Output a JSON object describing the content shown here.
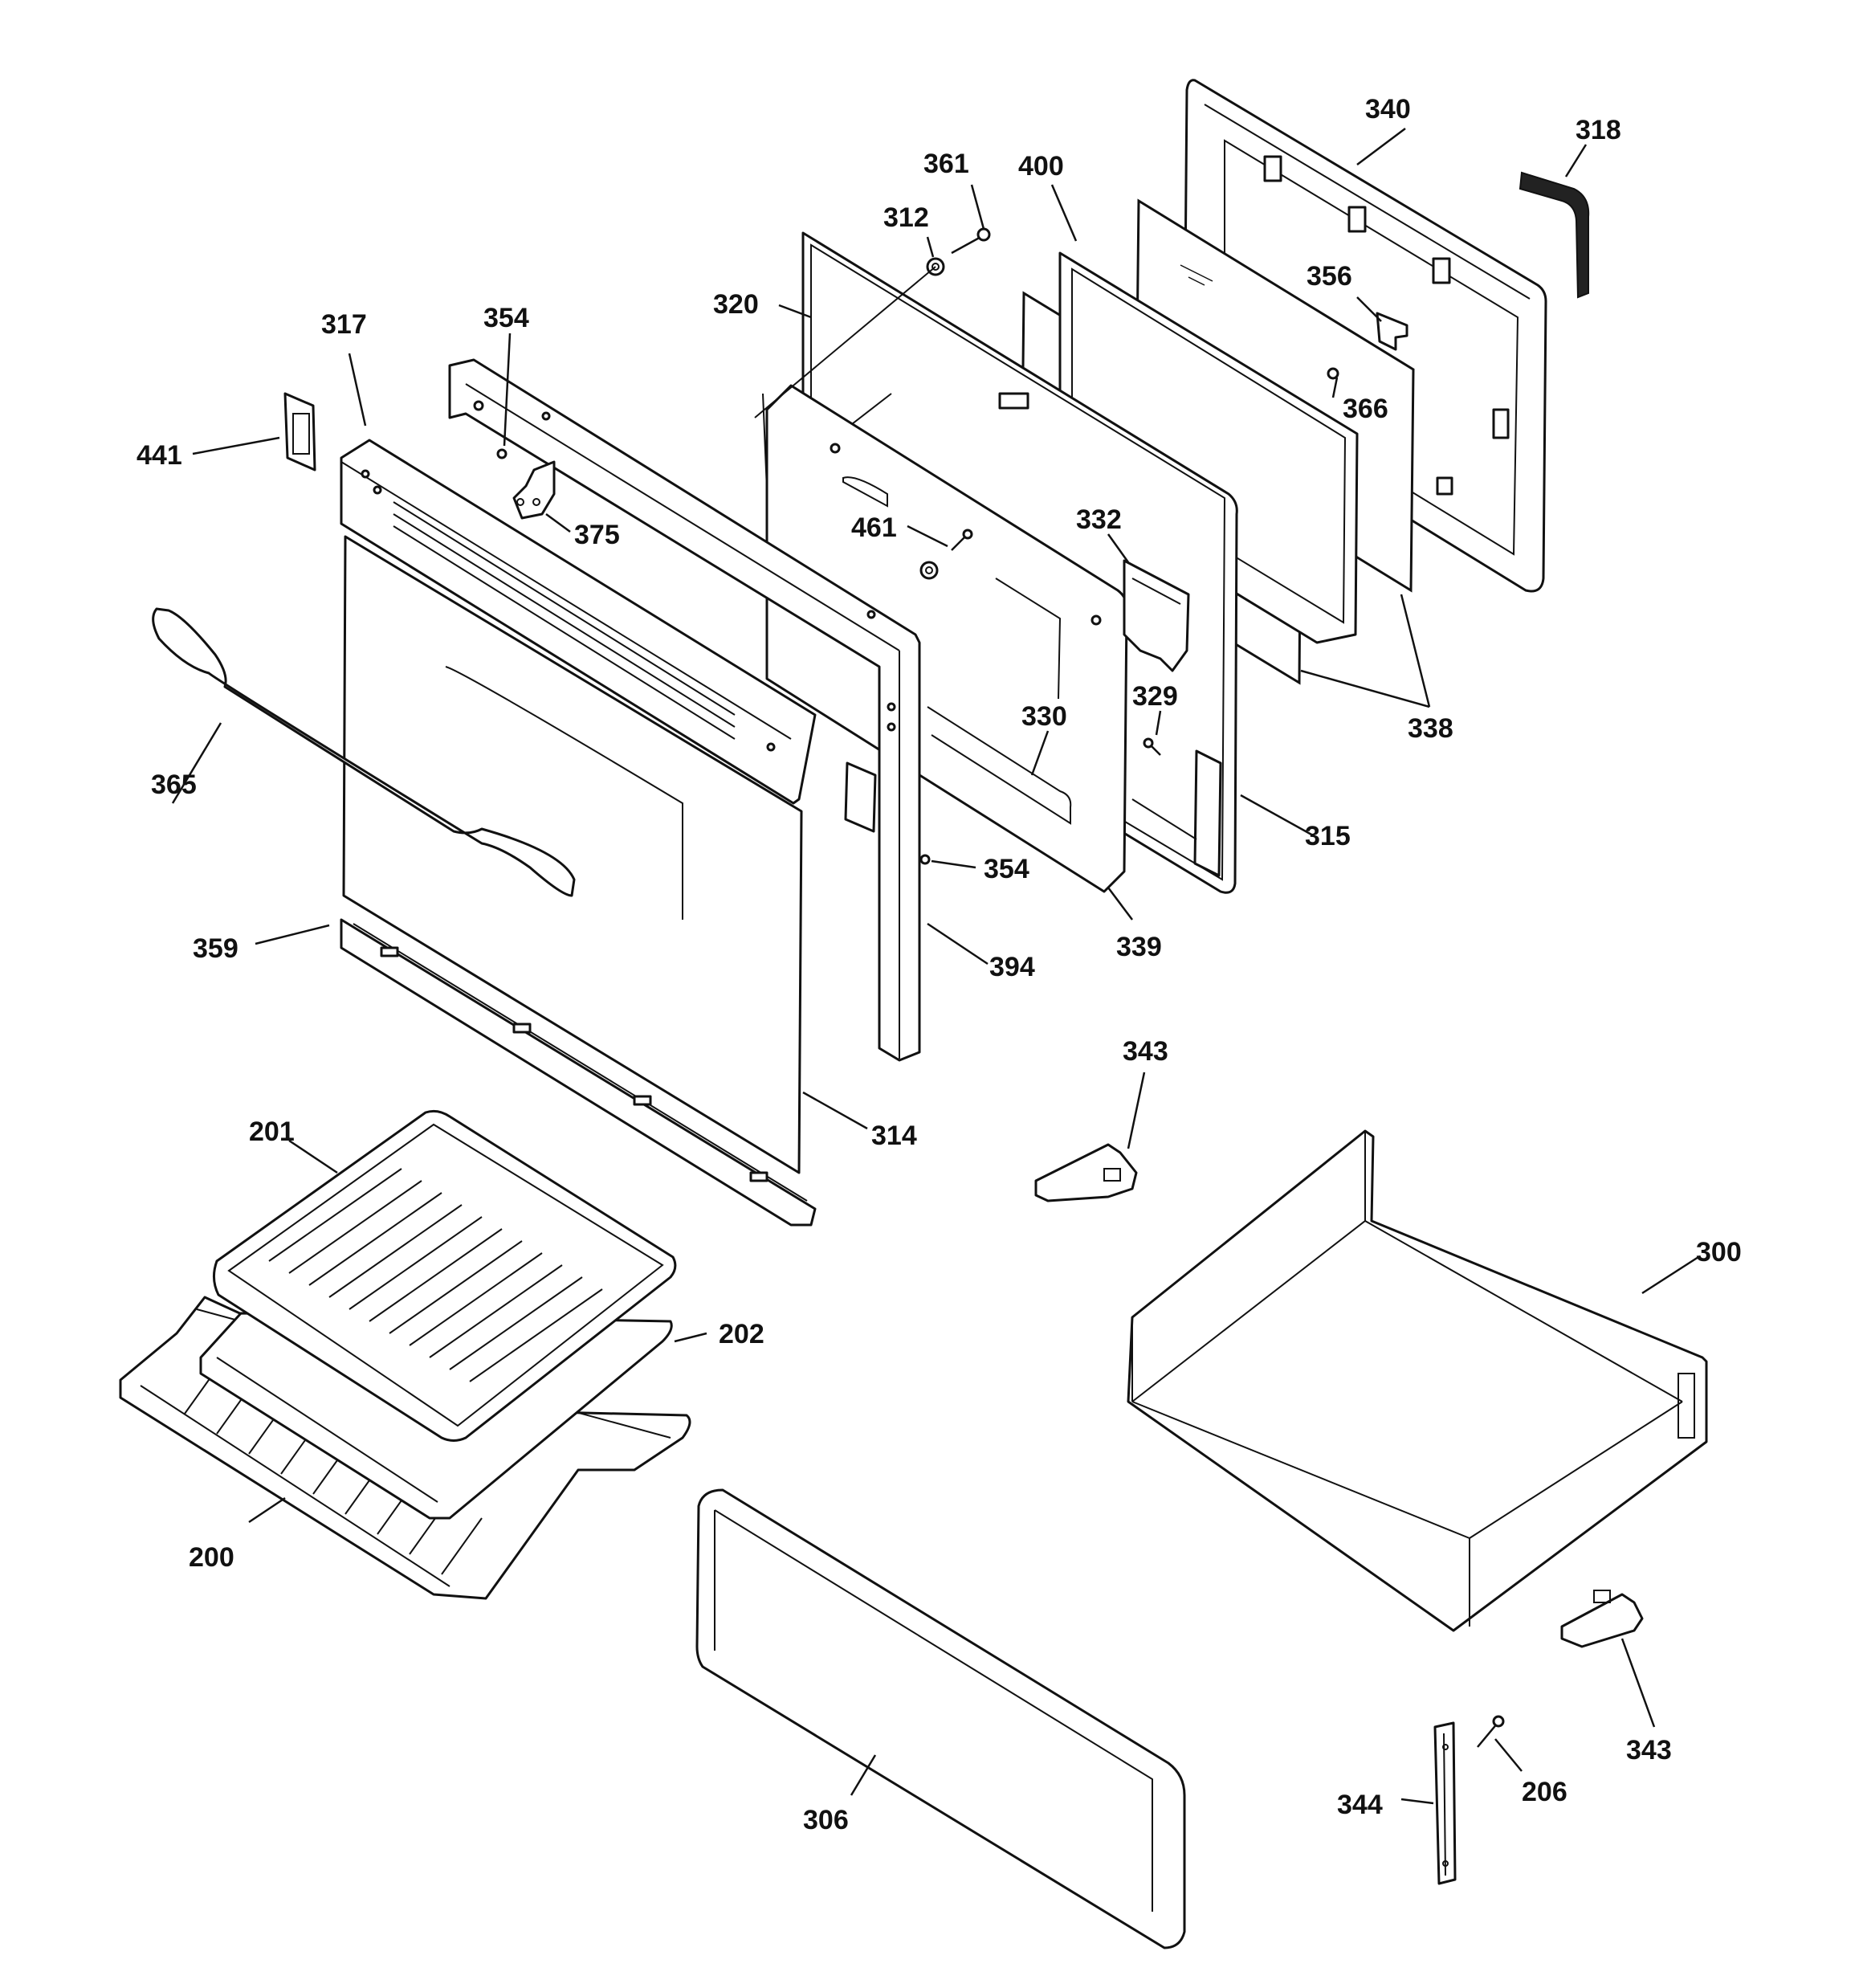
{
  "diagram": {
    "callouts": [
      {
        "id": "c340",
        "label": "340"
      },
      {
        "id": "c318",
        "label": "318"
      },
      {
        "id": "c361",
        "label": "361"
      },
      {
        "id": "c400",
        "label": "400"
      },
      {
        "id": "c312",
        "label": "312"
      },
      {
        "id": "c320",
        "label": "320"
      },
      {
        "id": "c356",
        "label": "356"
      },
      {
        "id": "c354a",
        "label": "354"
      },
      {
        "id": "c317",
        "label": "317"
      },
      {
        "id": "c366",
        "label": "366"
      },
      {
        "id": "c441",
        "label": "441"
      },
      {
        "id": "c375",
        "label": "375"
      },
      {
        "id": "c461",
        "label": "461"
      },
      {
        "id": "c332",
        "label": "332"
      },
      {
        "id": "c329",
        "label": "329"
      },
      {
        "id": "c330",
        "label": "330"
      },
      {
        "id": "c338",
        "label": "338"
      },
      {
        "id": "c365",
        "label": "365"
      },
      {
        "id": "c315",
        "label": "315"
      },
      {
        "id": "c354b",
        "label": "354"
      },
      {
        "id": "c339",
        "label": "339"
      },
      {
        "id": "c359",
        "label": "359"
      },
      {
        "id": "c394",
        "label": "394"
      },
      {
        "id": "c343a",
        "label": "343"
      },
      {
        "id": "c314",
        "label": "314"
      },
      {
        "id": "c201",
        "label": "201"
      },
      {
        "id": "c300",
        "label": "300"
      },
      {
        "id": "c202",
        "label": "202"
      },
      {
        "id": "c200",
        "label": "200"
      },
      {
        "id": "c343b",
        "label": "343"
      },
      {
        "id": "c206",
        "label": "206"
      },
      {
        "id": "c344",
        "label": "344"
      },
      {
        "id": "c306",
        "label": "306"
      }
    ]
  }
}
